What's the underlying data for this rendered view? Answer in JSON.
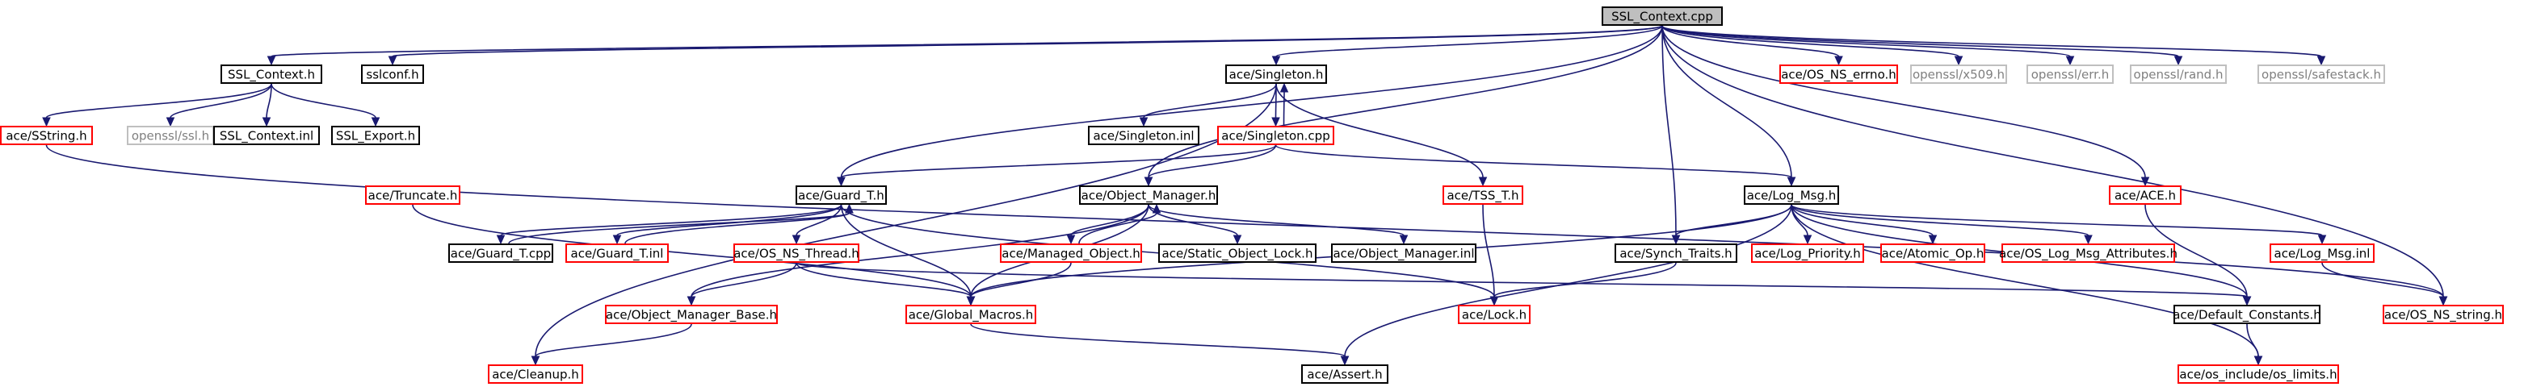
{
  "colors": {
    "root_fill": "#bfbfbf",
    "root_border": "#000000",
    "documented_border": "#000000",
    "undocumented_border": "#ff0000",
    "external_border": "#bfbfbf",
    "external_text": "#7f7f7f",
    "edge": "#191970"
  },
  "nodes": [
    {
      "id": "root",
      "label": "SSL_Context.cpp",
      "kind": "root"
    },
    {
      "id": "ssl_context_h",
      "label": "SSL_Context.h",
      "kind": "documented"
    },
    {
      "id": "sslconf_h",
      "label": "sslconf.h",
      "kind": "documented"
    },
    {
      "id": "singleton_h",
      "label": "ace/Singleton.h",
      "kind": "documented"
    },
    {
      "id": "os_ns_errno_h",
      "label": "ace/OS_NS_errno.h",
      "kind": "undocumented"
    },
    {
      "id": "openssl_x509_h",
      "label": "openssl/x509.h",
      "kind": "external"
    },
    {
      "id": "openssl_err_h",
      "label": "openssl/err.h",
      "kind": "external"
    },
    {
      "id": "openssl_rand_h",
      "label": "openssl/rand.h",
      "kind": "external"
    },
    {
      "id": "openssl_safestack_h",
      "label": "openssl/safestack.h",
      "kind": "external"
    },
    {
      "id": "sstring_h",
      "label": "ace/SString.h",
      "kind": "undocumented"
    },
    {
      "id": "openssl_ssl_h",
      "label": "openssl/ssl.h",
      "kind": "external"
    },
    {
      "id": "ssl_context_inl",
      "label": "SSL_Context.inl",
      "kind": "documented"
    },
    {
      "id": "ssl_export_h",
      "label": "SSL_Export.h",
      "kind": "documented"
    },
    {
      "id": "singleton_inl",
      "label": "ace/Singleton.inl",
      "kind": "documented"
    },
    {
      "id": "singleton_cpp",
      "label": "ace/Singleton.cpp",
      "kind": "undocumented"
    },
    {
      "id": "truncate_h",
      "label": "ace/Truncate.h",
      "kind": "undocumented"
    },
    {
      "id": "guard_t_h",
      "label": "ace/Guard_T.h",
      "kind": "documented"
    },
    {
      "id": "object_manager_h",
      "label": "ace/Object_Manager.h",
      "kind": "documented"
    },
    {
      "id": "tss_t_h",
      "label": "ace/TSS_T.h",
      "kind": "undocumented"
    },
    {
      "id": "log_msg_h",
      "label": "ace/Log_Msg.h",
      "kind": "documented"
    },
    {
      "id": "ace_h",
      "label": "ace/ACE.h",
      "kind": "undocumented"
    },
    {
      "id": "guard_t_cpp",
      "label": "ace/Guard_T.cpp",
      "kind": "documented"
    },
    {
      "id": "guard_t_inl",
      "label": "ace/Guard_T.inl",
      "kind": "undocumented"
    },
    {
      "id": "os_ns_thread_h",
      "label": "ace/OS_NS_Thread.h",
      "kind": "undocumented"
    },
    {
      "id": "managed_object_h",
      "label": "ace/Managed_Object.h",
      "kind": "undocumented"
    },
    {
      "id": "static_object_lock_h",
      "label": "ace/Static_Object_Lock.h",
      "kind": "documented"
    },
    {
      "id": "object_manager_inl",
      "label": "ace/Object_Manager.inl",
      "kind": "documented"
    },
    {
      "id": "synch_traits_h",
      "label": "ace/Synch_Traits.h",
      "kind": "documented"
    },
    {
      "id": "log_priority_h",
      "label": "ace/Log_Priority.h",
      "kind": "undocumented"
    },
    {
      "id": "atomic_op_h",
      "label": "ace/Atomic_Op.h",
      "kind": "undocumented"
    },
    {
      "id": "os_log_msg_attributes_h",
      "label": "ace/OS_Log_Msg_Attributes.h",
      "kind": "undocumented"
    },
    {
      "id": "log_msg_inl",
      "label": "ace/Log_Msg.inl",
      "kind": "undocumented"
    },
    {
      "id": "object_manager_base_h",
      "label": "ace/Object_Manager_Base.h",
      "kind": "undocumented"
    },
    {
      "id": "global_macros_h",
      "label": "ace/Global_Macros.h",
      "kind": "undocumented"
    },
    {
      "id": "lock_h",
      "label": "ace/Lock.h",
      "kind": "undocumented"
    },
    {
      "id": "default_constants_h",
      "label": "ace/Default_Constants.h",
      "kind": "documented"
    },
    {
      "id": "os_ns_string_h",
      "label": "ace/OS_NS_string.h",
      "kind": "undocumented"
    },
    {
      "id": "cleanup_h",
      "label": "ace/Cleanup.h",
      "kind": "undocumented"
    },
    {
      "id": "assert_h",
      "label": "ace/Assert.h",
      "kind": "documented"
    },
    {
      "id": "os_limits_h",
      "label": "ace/os_include/os_limits.h",
      "kind": "undocumented"
    }
  ],
  "edges": [
    [
      "root",
      "ssl_context_h"
    ],
    [
      "root",
      "sslconf_h"
    ],
    [
      "root",
      "singleton_h"
    ],
    [
      "root",
      "os_ns_errno_h"
    ],
    [
      "root",
      "openssl_x509_h"
    ],
    [
      "root",
      "openssl_err_h"
    ],
    [
      "root",
      "openssl_rand_h"
    ],
    [
      "root",
      "openssl_safestack_h"
    ],
    [
      "root",
      "guard_t_h"
    ],
    [
      "root",
      "object_manager_h"
    ],
    [
      "root",
      "log_msg_h"
    ],
    [
      "root",
      "ace_h"
    ],
    [
      "root",
      "synch_traits_h"
    ],
    [
      "root",
      "os_ns_string_h"
    ],
    [
      "ssl_context_h",
      "sstring_h"
    ],
    [
      "ssl_context_h",
      "openssl_ssl_h"
    ],
    [
      "ssl_context_h",
      "ssl_context_inl"
    ],
    [
      "ssl_context_h",
      "ssl_export_h"
    ],
    [
      "singleton_h",
      "singleton_inl"
    ],
    [
      "singleton_h",
      "singleton_cpp"
    ],
    [
      "singleton_h",
      "tss_t_h"
    ],
    [
      "singleton_h",
      "cleanup_h"
    ],
    [
      "singleton_cpp",
      "singleton_h"
    ],
    [
      "singleton_cpp",
      "guard_t_h"
    ],
    [
      "singleton_cpp",
      "object_manager_h"
    ],
    [
      "singleton_cpp",
      "log_msg_h"
    ],
    [
      "truncate_h",
      "global_macros_h"
    ],
    [
      "guard_t_h",
      "guard_t_cpp"
    ],
    [
      "guard_t_h",
      "guard_t_inl"
    ],
    [
      "guard_t_h",
      "os_ns_thread_h"
    ],
    [
      "guard_t_h",
      "global_macros_h"
    ],
    [
      "guard_t_h",
      "lock_h"
    ],
    [
      "guard_t_cpp",
      "guard_t_h"
    ],
    [
      "guard_t_inl",
      "guard_t_h"
    ],
    [
      "object_manager_h",
      "object_manager_base_h"
    ],
    [
      "object_manager_h",
      "global_macros_h"
    ],
    [
      "object_manager_h",
      "managed_object_h"
    ],
    [
      "object_manager_h",
      "static_object_lock_h"
    ],
    [
      "object_manager_h",
      "object_manager_inl"
    ],
    [
      "managed_object_h",
      "object_manager_h"
    ],
    [
      "managed_object_h",
      "global_macros_h"
    ],
    [
      "os_ns_thread_h",
      "object_manager_base_h"
    ],
    [
      "os_ns_thread_h",
      "global_macros_h"
    ],
    [
      "os_ns_thread_h",
      "default_constants_h"
    ],
    [
      "object_manager_base_h",
      "cleanup_h"
    ],
    [
      "global_macros_h",
      "assert_h"
    ],
    [
      "tss_t_h",
      "lock_h"
    ],
    [
      "log_msg_h",
      "synch_traits_h"
    ],
    [
      "log_msg_h",
      "log_priority_h"
    ],
    [
      "log_msg_h",
      "atomic_op_h"
    ],
    [
      "log_msg_h",
      "os_log_msg_attributes_h"
    ],
    [
      "log_msg_h",
      "log_msg_inl"
    ],
    [
      "log_msg_h",
      "default_constants_h"
    ],
    [
      "log_msg_h",
      "global_macros_h"
    ],
    [
      "log_msg_h",
      "assert_h"
    ],
    [
      "log_msg_h",
      "os_limits_h"
    ],
    [
      "synch_traits_h",
      "lock_h"
    ],
    [
      "log_msg_inl",
      "os_ns_string_h"
    ],
    [
      "ace_h",
      "default_constants_h"
    ],
    [
      "default_constants_h",
      "os_limits_h"
    ],
    [
      "sstring_h",
      "os_ns_string_h"
    ]
  ]
}
